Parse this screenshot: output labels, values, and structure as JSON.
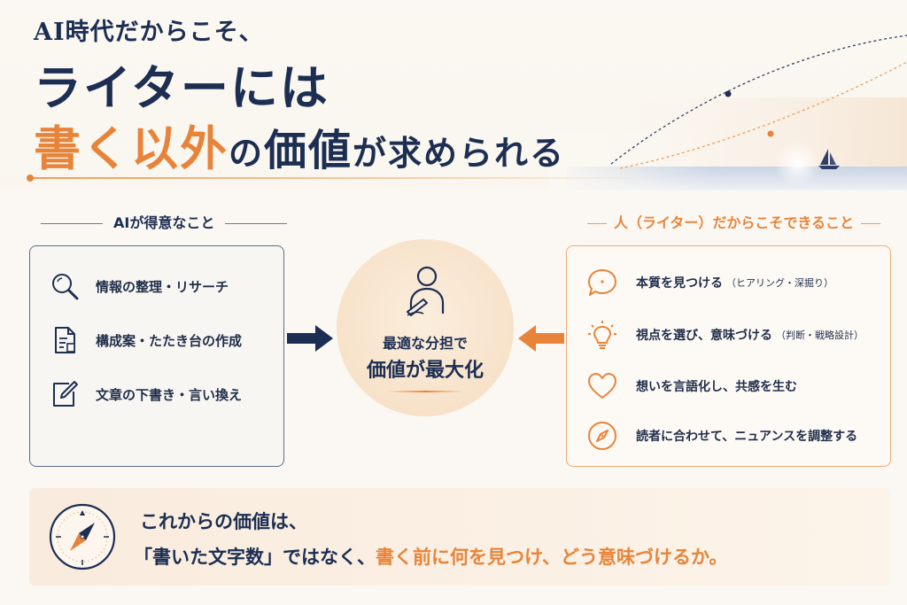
{
  "header": {
    "kicker": "AI時代だからこそ、",
    "line2": "ライターには",
    "line3_highlight": "書く以外",
    "line3_no": "の",
    "line3_value": "価値",
    "line3_rest": "が求められる"
  },
  "ai_section": {
    "label": "AIが得意なこと",
    "items": [
      {
        "icon": "search-icon",
        "label": "情報の整理・リサーチ"
      },
      {
        "icon": "document-icon",
        "label": "構成案・たたき台の作成"
      },
      {
        "icon": "pencil-edit-icon",
        "label": "文章の下書き・言い換え"
      }
    ]
  },
  "human_section": {
    "label": "人（ライター）だからこそできること",
    "items": [
      {
        "icon": "speech-bubble-icon",
        "label": "本質を見つける",
        "note": "（ヒアリング・深掘り）"
      },
      {
        "icon": "lightbulb-icon",
        "label": "視点を選び、意味づける",
        "note": "（判断・戦略設計）"
      },
      {
        "icon": "heart-icon",
        "label": "想いを言語化し、共感を生む",
        "note": ""
      },
      {
        "icon": "compass-icon",
        "label": "読者に合わせて、ニュアンスを調整する",
        "note": ""
      }
    ]
  },
  "center": {
    "icon": "writer-icon",
    "line1": "最適な分担で",
    "line2": "価値が最大化"
  },
  "banner": {
    "icon": "compass-icon",
    "line1": "これからの価値は、",
    "line2_a": "「書いた文字数」ではなく、",
    "line2_b": "書く前に何を見つけ、どう意味づけるか。"
  },
  "colors": {
    "navy": "#1c2e52",
    "orange": "#e8843a",
    "background": "#fbf8f3"
  }
}
